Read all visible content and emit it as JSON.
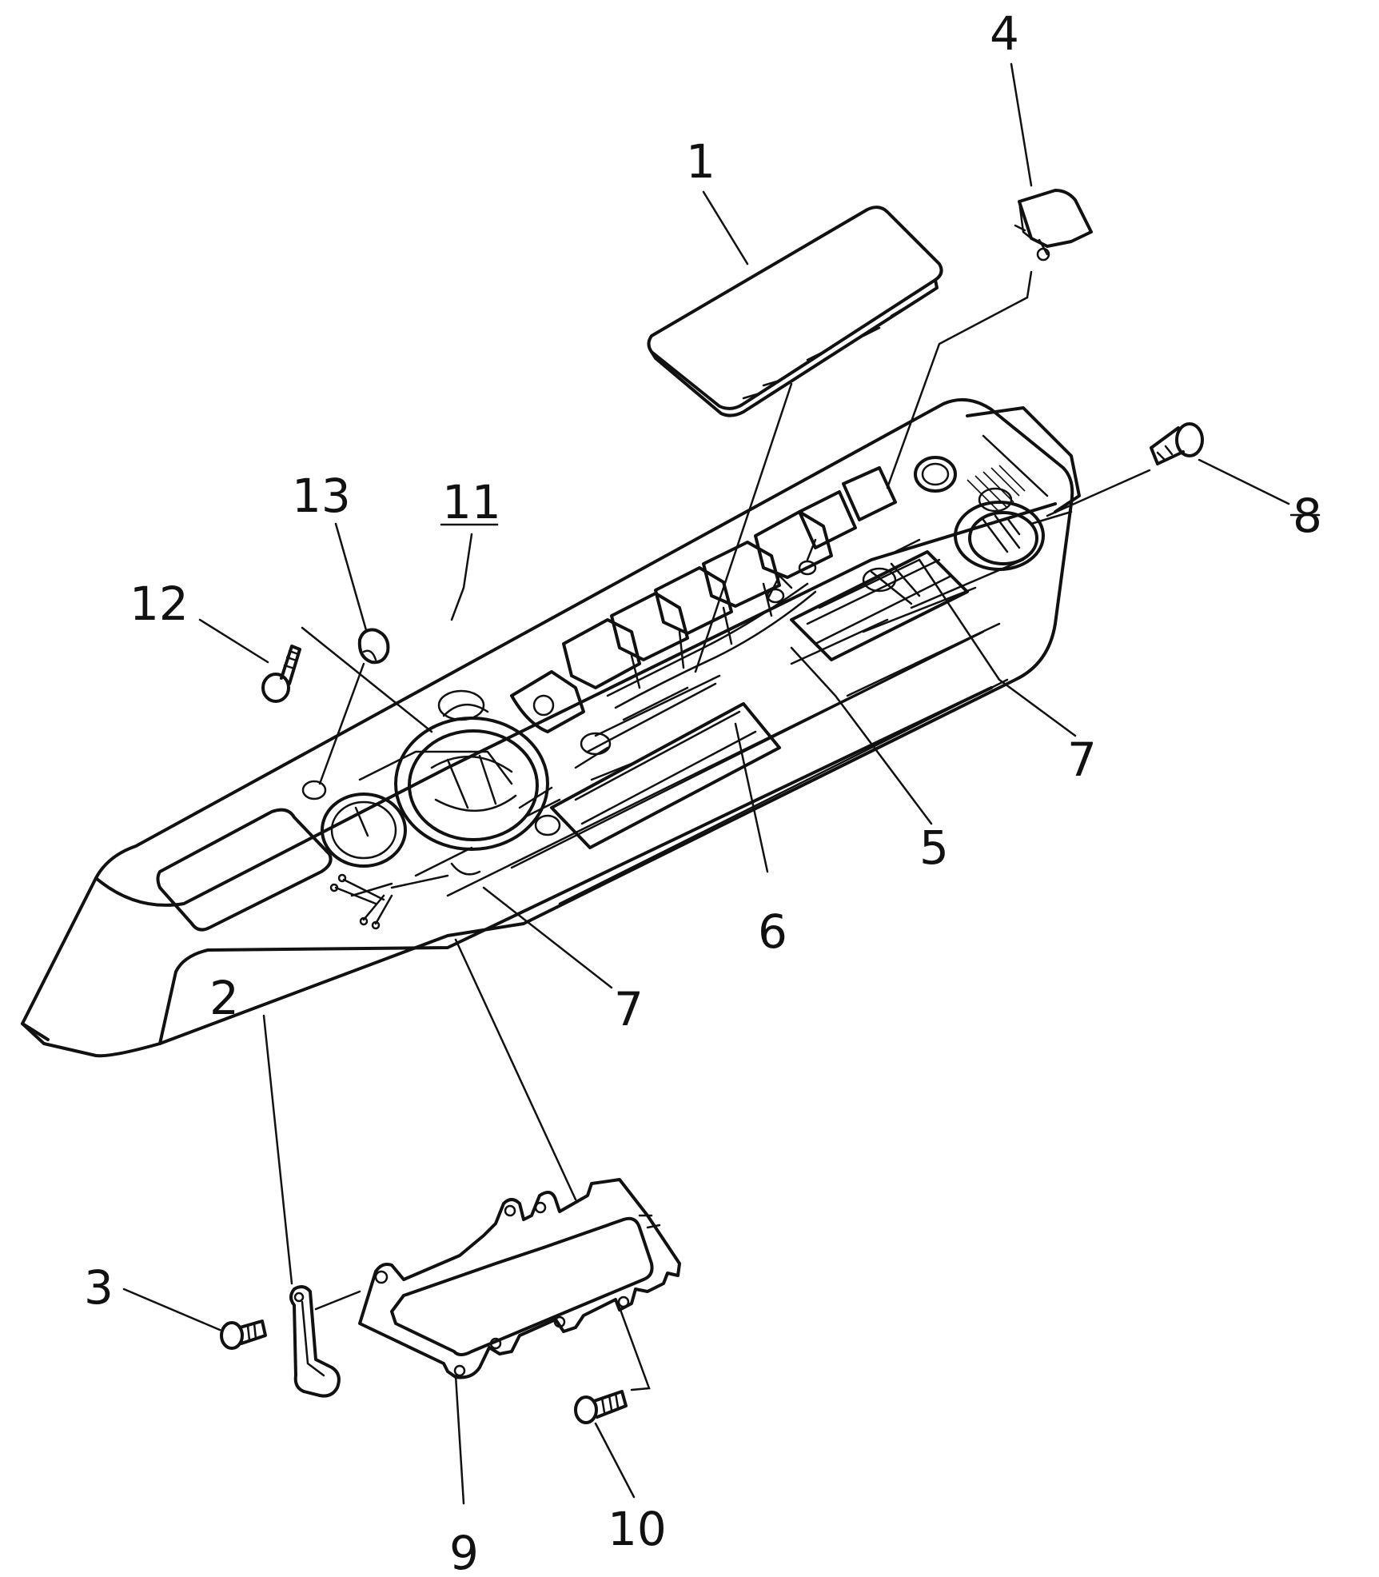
{
  "diagram": {
    "callouts": [
      {
        "id": "c1",
        "label": "1"
      },
      {
        "id": "c2",
        "label": "2"
      },
      {
        "id": "c3",
        "label": "3"
      },
      {
        "id": "c4",
        "label": "4"
      },
      {
        "id": "c5",
        "label": "5"
      },
      {
        "id": "c6",
        "label": "6"
      },
      {
        "id": "c7a",
        "label": "7"
      },
      {
        "id": "c7b",
        "label": "7"
      },
      {
        "id": "c8",
        "label": "8"
      },
      {
        "id": "c9",
        "label": "9"
      },
      {
        "id": "c10",
        "label": "10"
      },
      {
        "id": "c11",
        "label": "11"
      },
      {
        "id": "c12",
        "label": "12"
      },
      {
        "id": "c13",
        "label": "13"
      }
    ]
  }
}
